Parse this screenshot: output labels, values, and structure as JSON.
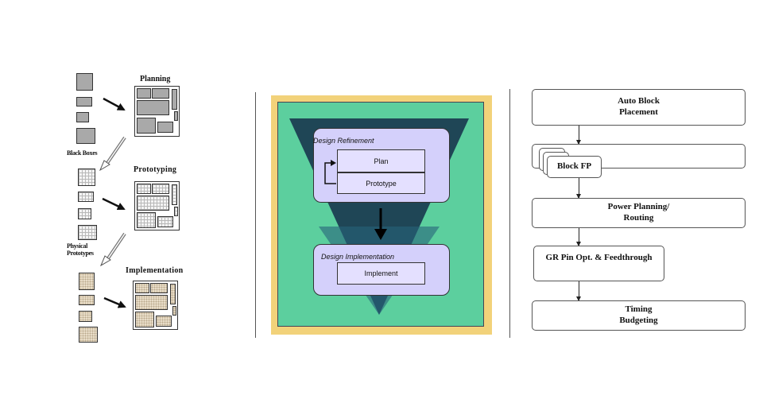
{
  "left_panel": {
    "planning_label": "Planning",
    "black_boxes_label": "Black Boxes",
    "prototyping_label": "Prototyping",
    "physical_prototypes_line1": "Physical",
    "physical_prototypes_line2": "Prototypes",
    "implementation_label": "Implementation"
  },
  "center_panel": {
    "design_refinement_label": "Design Refinement",
    "plan_label": "Plan",
    "prototype_label": "Prototype",
    "design_implementation_label": "Design Implementation",
    "implement_label": "Implement",
    "colors": {
      "frame": "#f2d27a",
      "background": "#5ccf9e",
      "funnel": "#1f4656",
      "stage": "#d4d0fb"
    }
  },
  "right_panel": {
    "auto_block_line1": "Auto Block",
    "auto_block_line2": "Placement",
    "block_fp": "Block FP",
    "power_line1": "Power Planning/",
    "power_line2": "Routing",
    "gr_pin": "GR Pin Opt. & Feedthrough",
    "timing_line1": "Timing",
    "timing_line2": "Budgeting"
  }
}
